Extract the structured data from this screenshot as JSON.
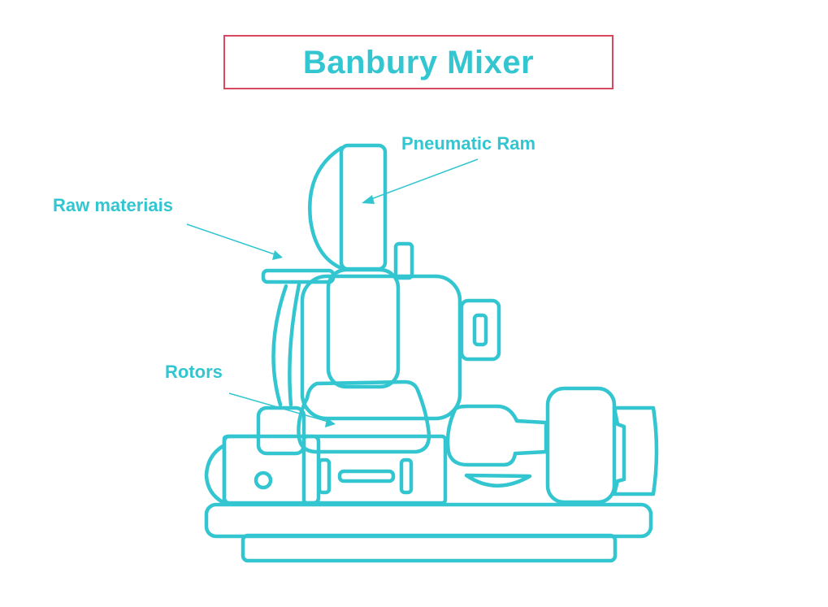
{
  "title": "Banbury Mixer",
  "labels": {
    "pneumatic_ram": "Pneumatic Ram",
    "raw_materials": "Raw materiais",
    "rotors": "Rotors"
  },
  "colors": {
    "accent": "#33c6d0",
    "title_border": "#d9485f"
  }
}
